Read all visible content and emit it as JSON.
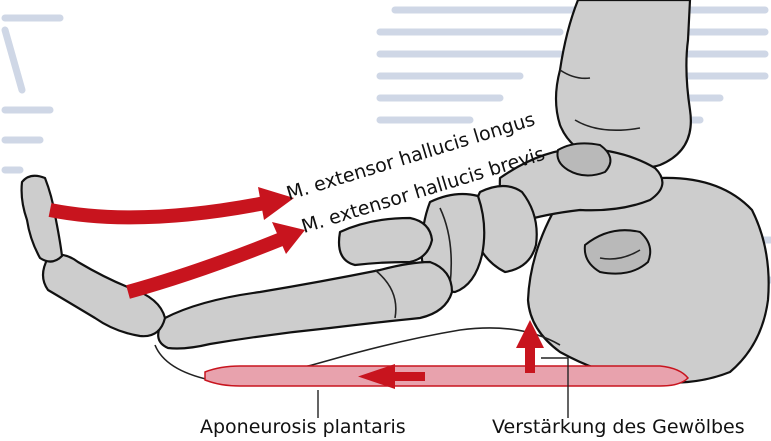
{
  "labels": {
    "ehl": "M. extensor hallucis longus",
    "ehb": "M. extensor hallucis brevis",
    "aponeurosis": "Aponeurosis plantaris",
    "arch": "Verstärkung des Gewölbes"
  },
  "colors": {
    "muscle": "#c8141e",
    "aponeurosis_fill": "#e8a2ad",
    "bone": "#cdcdcd",
    "background_text": "#cfd7e6"
  }
}
